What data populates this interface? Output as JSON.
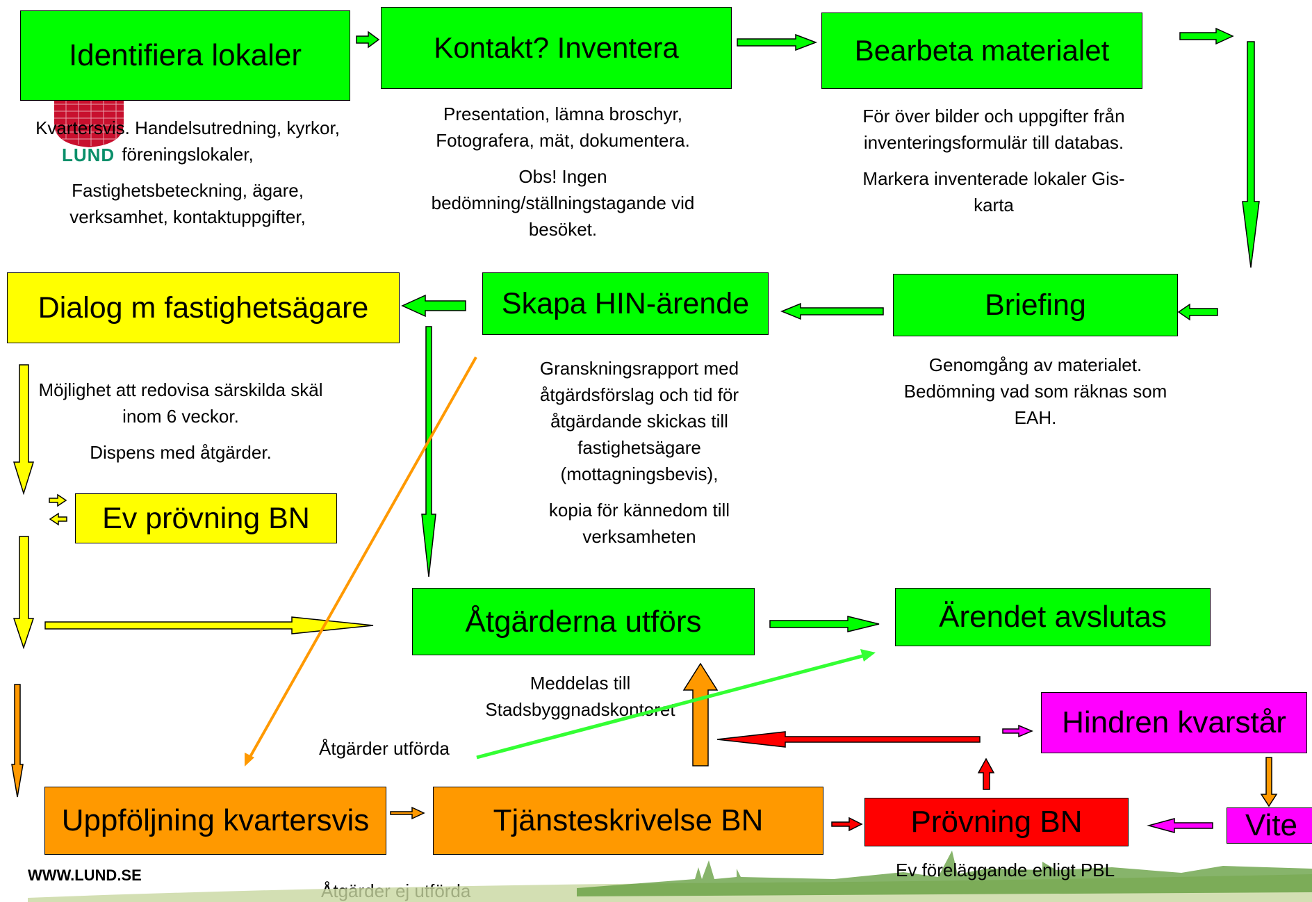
{
  "boxes": {
    "identifiera": "Identifiera lokaler",
    "kontakt": "Kontakt? Inventera",
    "bearbeta": "Bearbeta materialet",
    "dialog": "Dialog m fastighetsägare",
    "skapa_hin": "Skapa HIN-ärende",
    "briefing": "Briefing",
    "ev_provning": "Ev prövning BN",
    "atgarderna": "Åtgärderna utförs",
    "arendet": "Ärendet avslutas",
    "hindren": "Hindren kvarstår",
    "uppfoljning": "Uppföljning kvartersvis",
    "tjansteskrivelse": "Tjänsteskrivelse BN",
    "provning": "Prövning BN",
    "vite": "Vite"
  },
  "notes": {
    "identifiera": [
      "Kvartersvis. Handelsutredning, kyrkor, föreningslokaler,",
      "Fastighetsbeteckning, ägare, verksamhet, kontaktuppgifter,"
    ],
    "kontakt": [
      "Presentation, lämna broschyr, Fotografera, mät, dokumentera.",
      "Obs! Ingen bedömning/ställningstagande vid besöket."
    ],
    "bearbeta": [
      "För över bilder och uppgifter från inventeringsformulär till databas.",
      "Markera inventerade lokaler Gis-karta"
    ],
    "dialog": [
      "Möjlighet att redovisa särskilda skäl inom 6 veckor.",
      "Dispens med åtgärder."
    ],
    "skapa_hin": [
      "Granskningsrapport med åtgärdsförslag och tid för åtgärdande skickas till fastighetsägare (mottagningsbevis),",
      "kopia för kännedom till verksamheten"
    ],
    "briefing": [
      "Genomgång av materialet. Bedömning vad som räknas som EAH."
    ],
    "meddelas": "Meddelas till Stadsbyggnadskontoret",
    "atgarder_utforda": "Åtgärder utförda",
    "atgarder_ej_utforda": "Åtgärder ej utförda",
    "ev_forelaggande": "Ev föreläggande enligt PBL"
  },
  "footer": {
    "url_prefix": "WWW.",
    "url_brand": "LUND",
    "url_suffix": ".SE",
    "logo_text": "LUND"
  },
  "colors": {
    "green": "#00ff00",
    "yellow": "#ffff00",
    "orange": "#ff9900",
    "red": "#ff0000",
    "magenta": "#ff00ff"
  }
}
